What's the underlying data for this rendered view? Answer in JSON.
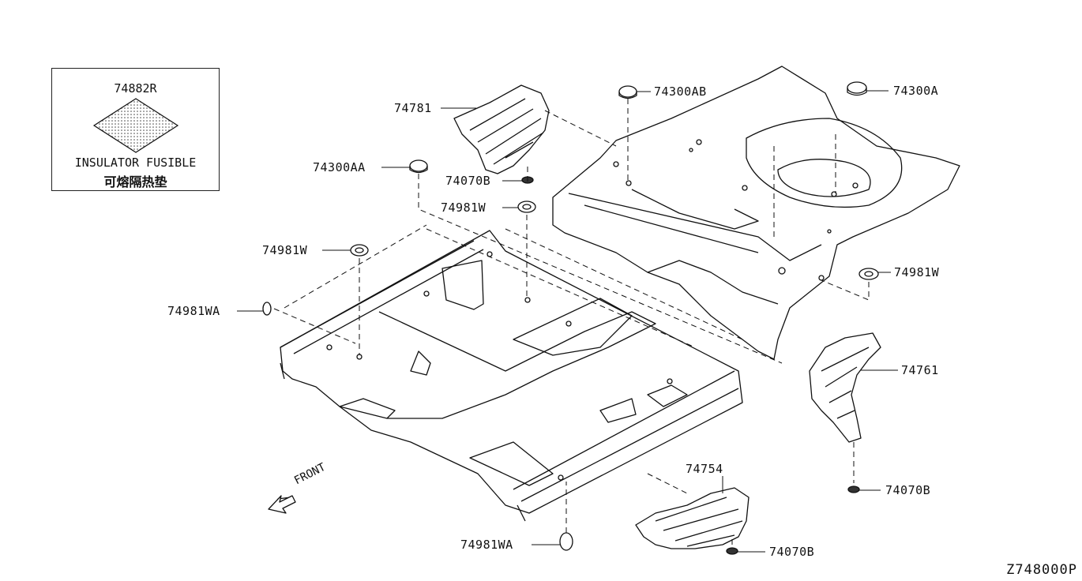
{
  "legend": {
    "part_number": "74882R",
    "label_en": "INSULATOR FUSIBLE",
    "label_zh": "可熔隔热垫"
  },
  "callouts": [
    {
      "id": "74781",
      "text": "74781"
    },
    {
      "id": "74300AB",
      "text": "74300AB"
    },
    {
      "id": "74300A",
      "text": "74300A"
    },
    {
      "id": "74300AA",
      "text": "74300AA"
    },
    {
      "id": "74070B-top",
      "text": "74070B"
    },
    {
      "id": "74981W-mid",
      "text": "74981W"
    },
    {
      "id": "74981W-left",
      "text": "74981W"
    },
    {
      "id": "74981W-right",
      "text": "74981W"
    },
    {
      "id": "74981WA-left",
      "text": "74981WA"
    },
    {
      "id": "74761",
      "text": "74761"
    },
    {
      "id": "74070B-right",
      "text": "74070B"
    },
    {
      "id": "74754",
      "text": "74754"
    },
    {
      "id": "74070B-bottom",
      "text": "74070B"
    },
    {
      "id": "74981WA-bottom",
      "text": "74981WA"
    }
  ],
  "front_label": "FRONT",
  "diagram_code": "Z748000P"
}
